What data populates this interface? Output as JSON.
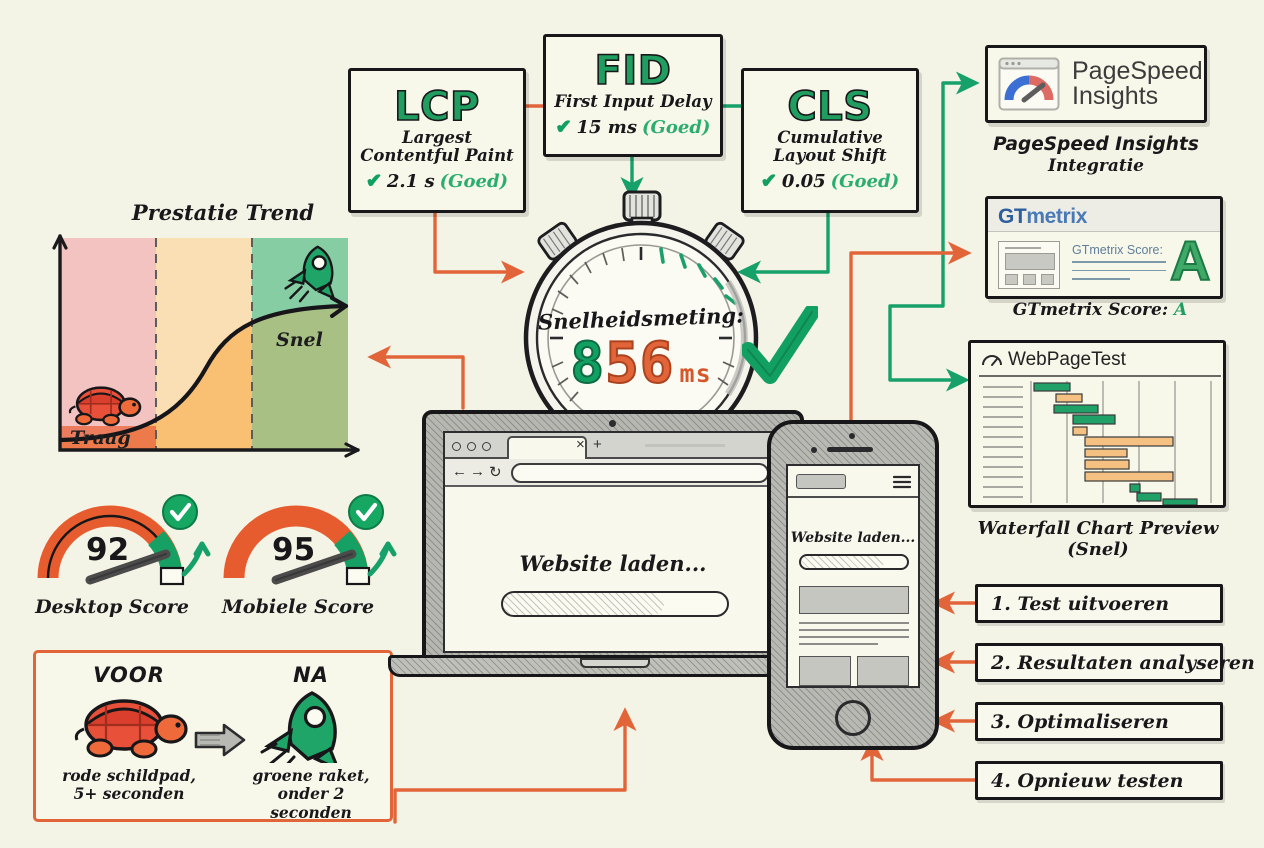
{
  "page": {
    "background": "#f4f4e6",
    "accent_orange": "#e2653a",
    "accent_green": "#12a062"
  },
  "metrics": [
    {
      "abbr": "LCP",
      "full": "Largest Contentful Paint",
      "check": "✔",
      "value": "2.1 s",
      "rating": "(Goed)"
    },
    {
      "abbr": "FID",
      "full": "First Input Delay",
      "check": "✔",
      "value": "15 ms",
      "rating": "(Goed)"
    },
    {
      "abbr": "CLS",
      "full": "Cumulative Layout Shift",
      "check": "✔",
      "value": "0.05",
      "rating": "(Goed)"
    }
  ],
  "stopwatch": {
    "label": "Snelheidsmeting:",
    "digit_green": "8",
    "digit_orange": "56",
    "unit": "ms",
    "check": "✔"
  },
  "trend_chart": {
    "title": "Prestatie Trend",
    "band_slow": "Traag",
    "band_fast": "Snel",
    "icon_slow": "turtle-icon",
    "icon_fast": "rocket-icon"
  },
  "chart_data": {
    "type": "line",
    "title": "Prestatie Trend",
    "xlabel": "",
    "ylabel": "",
    "x": [
      0,
      1,
      2,
      3,
      4,
      5,
      6,
      7,
      8,
      9,
      10
    ],
    "values": [
      3,
      4,
      6,
      10,
      18,
      32,
      50,
      66,
      76,
      82,
      85
    ],
    "ylim": [
      0,
      100
    ],
    "xlim": [
      0,
      10
    ],
    "grid": false,
    "legend": "none",
    "bands": [
      {
        "label": "Traag",
        "range": [
          0,
          3.33
        ],
        "color": "#f2c3c1"
      },
      {
        "label": "",
        "range": [
          3.33,
          6.66
        ],
        "color": "#fbdfb4"
      },
      {
        "label": "Snel",
        "range": [
          6.66,
          10
        ],
        "color": "#a7dcba"
      }
    ],
    "annotations": [
      "Traag",
      "Snel"
    ]
  },
  "gauges": [
    {
      "value": "92",
      "label": "Desktop Score",
      "badge": "✔"
    },
    {
      "value": "95",
      "label": "Mobiele Score",
      "badge": "✔"
    }
  ],
  "comparison": {
    "before": {
      "heading": "VOOR",
      "icon": "turtle-icon",
      "line1": "rode schildpad,",
      "line2": "5+ seconden"
    },
    "after": {
      "heading": "NA",
      "icon": "rocket-icon",
      "line1": "groene raket,",
      "line2": "onder 2 seconden"
    }
  },
  "laptop": {
    "tab_close": "×",
    "tab_new": "+",
    "nav_back": "←",
    "nav_forward": "→",
    "nav_reload": "↻",
    "url_value": "",
    "url_placeholder": "",
    "heading": "Website laden...",
    "progress_percent": 72
  },
  "phone": {
    "menu_icon": "hamburger-icon",
    "heading": "Website laden...",
    "progress_percent": 78
  },
  "tools": {
    "pagespeed": {
      "brand_line1": "PageSpeed",
      "brand_line2": "Insights",
      "icon": "speedometer-icon",
      "caption_line1": "PageSpeed Insights",
      "caption_line2": "Integratie"
    },
    "gtmetrix": {
      "brand_prefix": "GT",
      "brand_suffix": "metrix",
      "score_label": "GTmetrix Score:",
      "grade": "A",
      "caption_prefix": "GTmetrix Score: ",
      "caption_grade": "A"
    },
    "webpagetest": {
      "brand": "WebPageTest",
      "icon": "speedometer-icon",
      "caption": "Waterfall Chart Preview (Snel)",
      "waterfall_rows": [
        {
          "start": 0,
          "width": 19,
          "color": "green"
        },
        {
          "start": 13,
          "width": 14,
          "color": "orange"
        },
        {
          "start": 12,
          "width": 24,
          "color": "green"
        },
        {
          "start": 24,
          "width": 22,
          "color": "green"
        },
        {
          "start": 24,
          "width": 7,
          "color": "orange"
        },
        {
          "start": 31,
          "width": 47,
          "color": "orange"
        },
        {
          "start": 31,
          "width": 22,
          "color": "orange"
        },
        {
          "start": 31,
          "width": 23,
          "color": "orange"
        },
        {
          "start": 31,
          "width": 46,
          "color": "orange"
        },
        {
          "start": 55,
          "width": 5,
          "color": "green"
        },
        {
          "start": 59,
          "width": 13,
          "color": "green"
        },
        {
          "start": 71,
          "width": 18,
          "color": "green"
        }
      ]
    }
  },
  "steps": [
    "1. Test uitvoeren",
    "2. Resultaten analyseren",
    "3. Optimaliseren",
    "4. Opnieuw testen"
  ]
}
